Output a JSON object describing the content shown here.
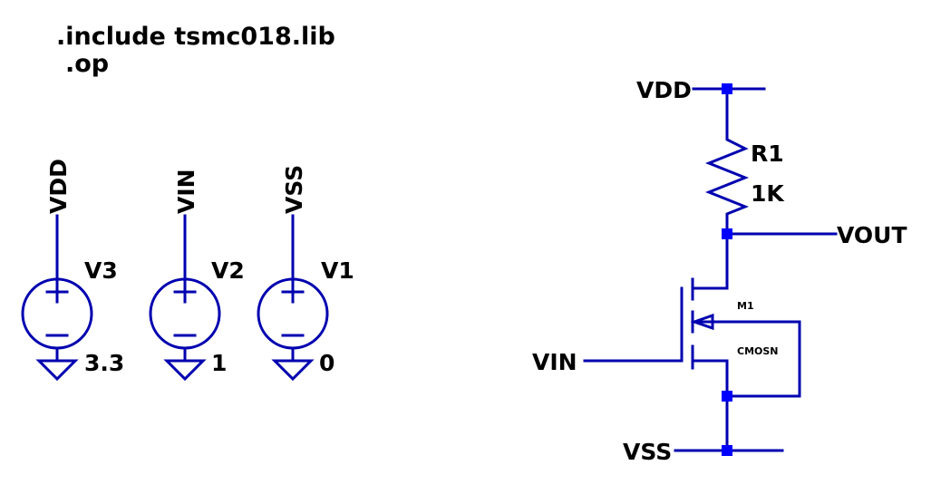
{
  "directives": {
    "include": ".include tsmc018.lib",
    "op": ".op"
  },
  "sources": [
    {
      "net": "VDD",
      "name": "V3",
      "value": "3.3"
    },
    {
      "net": "VIN",
      "name": "V2",
      "value": "1"
    },
    {
      "net": "VSS",
      "name": "V1",
      "value": "0"
    }
  ],
  "circuit": {
    "vdd_label": "VDD",
    "vss_label": "VSS",
    "vin_label": "VIN",
    "vout_label": "VOUT",
    "resistor": {
      "name": "R1",
      "value": "1K"
    },
    "transistor": {
      "name": "M1",
      "model": "CMOSN"
    }
  },
  "colors": {
    "wire": "#0000b0",
    "junction": "#0000ff",
    "text": "#000000",
    "background": "#ffffff"
  }
}
